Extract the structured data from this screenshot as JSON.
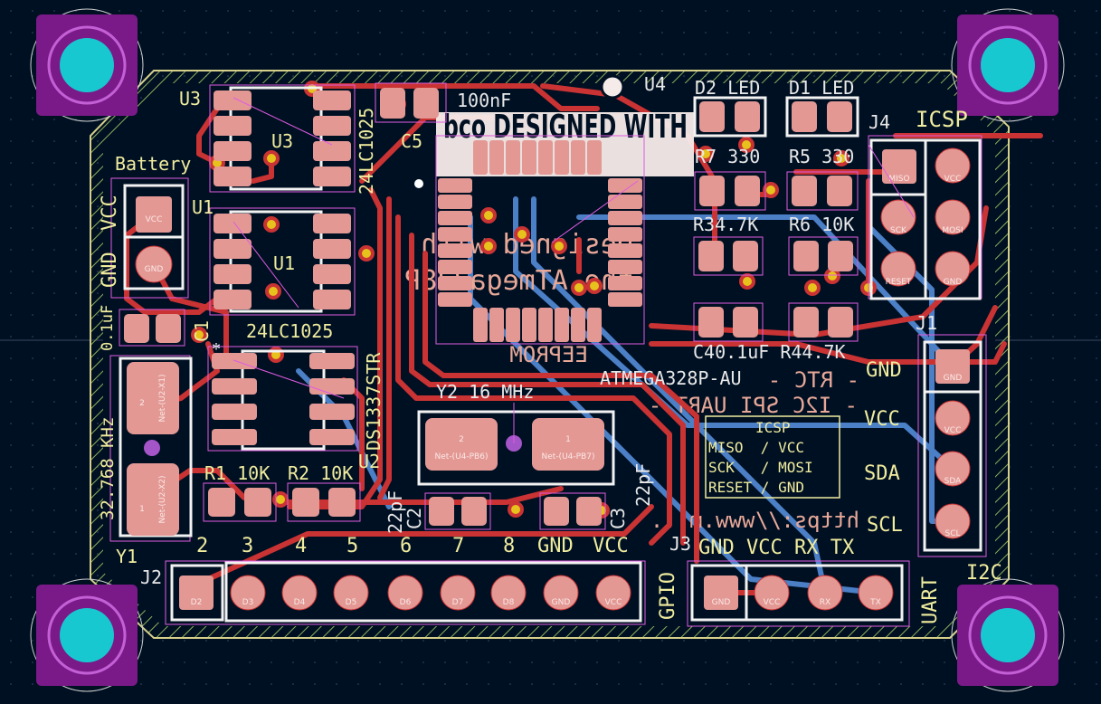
{
  "board": {
    "colors": {
      "background": "#001023",
      "copper_front": "#c93333",
      "copper_back": "#4b7fc6",
      "pad": "#e39894",
      "silkscreen": "#f0ec9e",
      "mounting_hole": "#7a1a88",
      "hole": "#18c8d0"
    },
    "logo_text": "bco DESIGNED WITH",
    "back_silk": [
      "Designed with",
      "the ATmega328P",
      "EEPROM",
      "- RTC -",
      "- I2C SPI UART -",
      "https://www.m..."
    ]
  },
  "labels": {
    "battery": "Battery",
    "bat_vcc": "VCC",
    "bat_gnd": "GND",
    "c1_val": "0.1uF",
    "c1": "C1",
    "y1_val": "32.768 KHz",
    "y1": "Y1",
    "u3": "U3",
    "u3b": "U3",
    "u3_val": "24LC1025",
    "u1": "U1",
    "u1b": "U1",
    "u1_val": "24LC1025",
    "c5": "C5",
    "c5_val": "100nF",
    "u4": "U4",
    "u4_val": "ATMEGA328P-AU",
    "d2": "D2 LED",
    "d1": "D1 LED",
    "r7": "R7 330",
    "r5": "R5 330",
    "r3": "R34.7K",
    "r6": "R6 10K",
    "c4r4": "C40.1uF R44.7K",
    "u2": "U2",
    "u2_val": "DS1337STR",
    "r1": "R1 10K",
    "r2": "R2 10K",
    "y2": "Y2 16 MHz",
    "c2": "C2",
    "c2_val": "22pF",
    "c3": "C3",
    "c3_val": "22pF",
    "j4": "J4",
    "icsp": "ICSP",
    "j1": "J1",
    "j1_pins": [
      "GND",
      "VCC",
      "SDA",
      "SCL"
    ],
    "i2c": "I2C",
    "j2": "J2",
    "gpio": "GPIO",
    "j2_pins": [
      "2",
      "3",
      "4",
      "5",
      "6",
      "7",
      "8",
      "GND",
      "VCC"
    ],
    "j3": "J3",
    "j3_pins": "GND VCC RX TX",
    "uart": "UART",
    "icsp_box": {
      "title": "ICSP",
      "l1": "MISO  / VCC",
      "l2": "SCK   / MOSI",
      "l3": "RESET / GND"
    }
  },
  "pads": {
    "j2": [
      "D2",
      "D3",
      "D4",
      "D5",
      "D6",
      "D7",
      "D8",
      "GND",
      "VCC"
    ],
    "j3": [
      "GND",
      "VCC",
      "RX",
      "TX"
    ],
    "j1": [
      "GND",
      "VCC",
      "SDA",
      "SCL"
    ],
    "j4": [
      "MISO",
      "VCC",
      "SCK",
      "MOSI",
      "RESET",
      "GND"
    ],
    "battery": [
      "VCC",
      "GND"
    ],
    "y1": [
      "Net-(U2-X1)",
      "Net-(U2-X2)"
    ],
    "y2": [
      "Net-(U4-PB6)",
      "Net-(U4-PB7)"
    ]
  }
}
